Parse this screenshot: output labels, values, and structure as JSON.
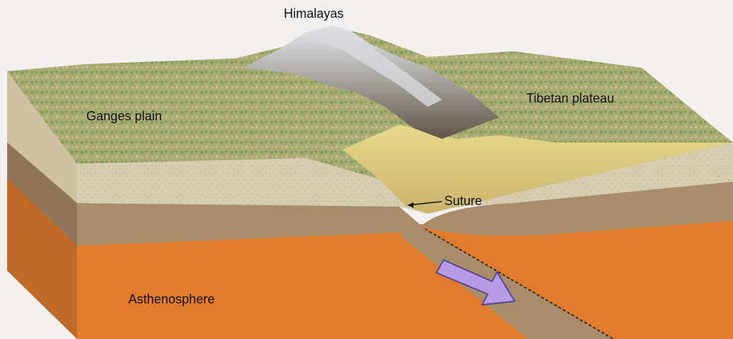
{
  "labels": {
    "himalayas": "Himalayas",
    "ganges_plain": "Ganges plain",
    "tibetan_plateau": "Tibetan plateau",
    "suture": "Suture",
    "asthenosphere": "Asthenosphere"
  },
  "colors": {
    "background": "#f2f1ef",
    "terrain_green": "#7fa05a",
    "terrain_tan": "#c9b98a",
    "mountain_rock": "#6d6555",
    "snow": "#e8e8ee",
    "upper_crust": "#d8cdb2",
    "lower_crust": "#a88d6a",
    "asthenosphere": "#e07a2c",
    "arrow": "#b59ae6"
  },
  "icons": {
    "plate_motion": "arrow-down-right-icon"
  }
}
